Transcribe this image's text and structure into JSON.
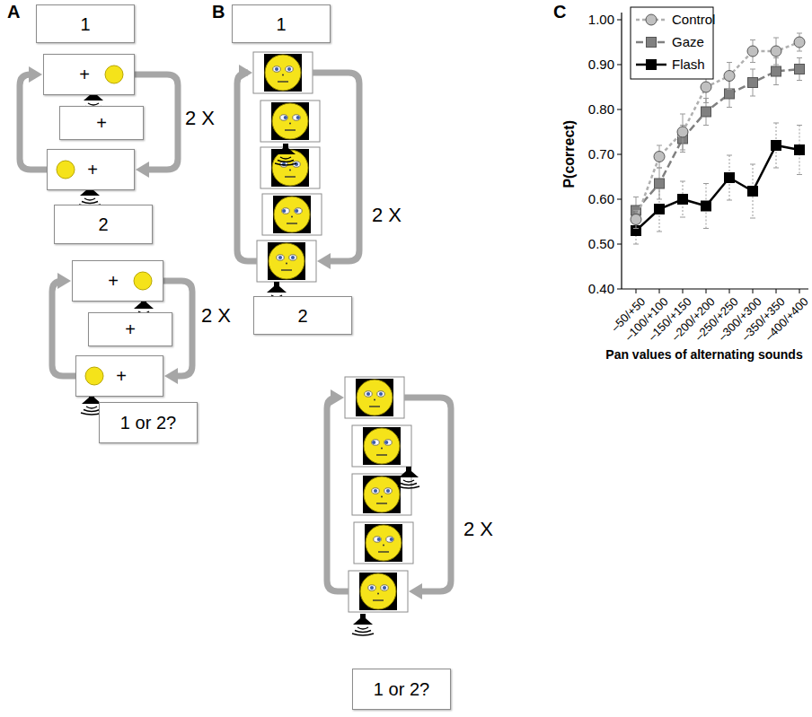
{
  "diagram": {
    "nodes": [
      {
        "text": [
          "1"
        ]
      },
      {
        "text": [
          "+"
        ]
      },
      {
        "text": [
          "+"
        ]
      },
      {
        "text": [
          "+"
        ]
      },
      {
        "text": [
          "2"
        ]
      },
      {
        "text": [
          "+"
        ]
      },
      {
        "text": [
          "+"
        ]
      },
      {
        "text": [
          "+"
        ]
      },
      {
        "text": [
          "1 or 2?"
        ]
      },
      {
        "text": [
          "1"
        ]
      },
      {
        "text": [
          "2"
        ]
      },
      {
        "text": [
          "1 or 2?"
        ]
      }
    ],
    "edges": [
      {
        "from": 3,
        "to": 1,
        "arrow": "to"
      },
      {
        "from": 1,
        "to": 3,
        "arrow": "to"
      },
      {
        "from": 7,
        "to": 5,
        "arrow": "to"
      },
      {
        "from": 5,
        "to": 7,
        "arrow": "to"
      }
    ],
    "labels": [
      "A",
      "B",
      "C",
      "2 X",
      "2 X",
      "2 X",
      "2 X",
      "1.00",
      "0.90",
      "0.80",
      "0.70",
      "0.60",
      "0.50",
      "0.40",
      "–50/+50",
      "–100/+100",
      "–150/+150",
      "–200/+200",
      "–250/+250",
      "–300/+300",
      "–350/+350",
      "–400/+400",
      "P(correct)",
      "Pan values of alternating sounds"
    ],
    "legend": [
      {
        "text": "Control"
      },
      {
        "text": "Gaze"
      },
      {
        "text": "Flash"
      }
    ]
  }
}
